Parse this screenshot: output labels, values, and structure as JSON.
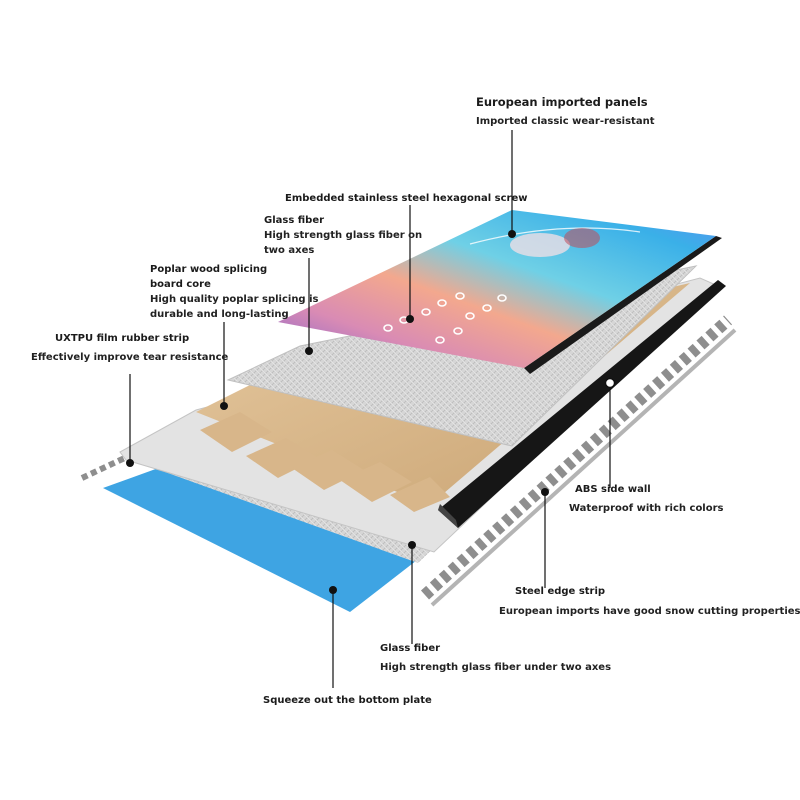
{
  "labels": {
    "top_panel": {
      "title": "European imported panels",
      "desc": "Imported classic wear-resistant"
    },
    "screw": {
      "title": "Embedded stainless steel hexagonal screw"
    },
    "glass_top": {
      "title": "Glass fiber",
      "desc1": "High strength glass fiber on",
      "desc2": "two axes"
    },
    "wood_core": {
      "title1": "Poplar wood splicing",
      "title2": "board core",
      "desc1": "High quality poplar splicing is",
      "desc2": "durable and long-lasting"
    },
    "rubber_strip": {
      "title": "UXTPU film rubber strip",
      "desc": "Effectively improve tear resistance"
    },
    "sidewall": {
      "title": "ABS side wall",
      "desc": "Waterproof with rich colors"
    },
    "steel_edge": {
      "title": "Steel edge strip",
      "desc": "European imports have good snow cutting properties"
    },
    "glass_bottom": {
      "title": "Glass fiber",
      "desc": "High strength glass fiber under two axes"
    },
    "base": {
      "title": "Squeeze out the bottom plate"
    }
  },
  "colors": {
    "base_plate": "#3ea4e3",
    "wood": "#d9b98c",
    "fiber": "#d4d4d4",
    "sidewall": "#161616",
    "steel": "#a9a9a9",
    "leader": "#111111"
  }
}
